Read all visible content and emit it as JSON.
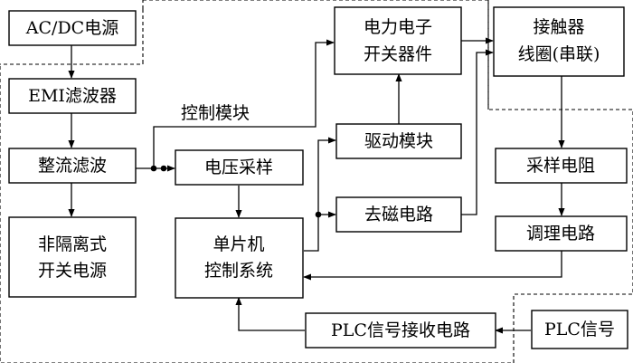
{
  "blocks": {
    "ac_dc": "AC/DC电源",
    "emi": "EMI滤波器",
    "rectifier": "整流滤波",
    "nonisolated_line1": "非隔离式",
    "nonisolated_line2": "开关电源",
    "voltage_sampling": "电压采样",
    "mcu_line1": "单片机",
    "mcu_line2": "控制系统",
    "power_switch_line1": "电力电子",
    "power_switch_line2": "开关器件",
    "drive": "驱动模块",
    "demag": "去磁电路",
    "contactor_line1": "接触器",
    "contactor_line2": "线圈(串联)",
    "sampling_resistor": "采样电阻",
    "conditioning": "调理电路",
    "plc_receiver": "PLC信号接收电路",
    "plc_signal": "PLC信号"
  },
  "annotations": {
    "control_module": "控制模块"
  }
}
